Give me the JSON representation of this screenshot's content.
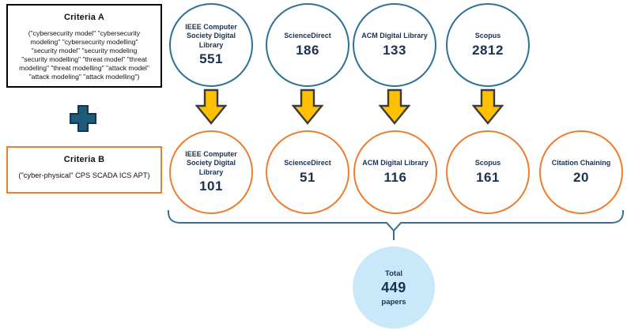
{
  "criteria_a": {
    "title": "Criteria A",
    "body": "(\"cybersecurity model\" \"cybersecurity\nmodeling\" \"cybersecurity modelling\"\n\"security model\" \"security modeling\n\"security modelling\" \"threat model\" \"threat\nmodeling\" \"threat modelling\" \"attack model\"\n\"attack modeling\" \"attack modelling\")"
  },
  "criteria_b": {
    "title": "Criteria B",
    "body": "(\"cyber-physical\" CPS SCADA ICS APT)"
  },
  "top_row": [
    {
      "label": "IEEE Computer Society Digital Library",
      "count": "551"
    },
    {
      "label": "ScienceDirect",
      "count": "186"
    },
    {
      "label": "ACM Digital Library",
      "count": "133"
    },
    {
      "label": "Scopus",
      "count": "2812"
    }
  ],
  "bottom_row": [
    {
      "label": "IEEE Computer Society Digital Library",
      "count": "101"
    },
    {
      "label": "ScienceDirect",
      "count": "51"
    },
    {
      "label": "ACM Digital Library",
      "count": "116"
    },
    {
      "label": "Scopus",
      "count": "161"
    },
    {
      "label": "Citation Chaining",
      "count": "20"
    }
  ],
  "total": {
    "label_top": "Total",
    "count": "449",
    "label_bottom": "papers"
  },
  "colors": {
    "top_circle_border": "#2F7196",
    "bottom_circle_border": "#ED7D31",
    "criteria_a_border": "#000000",
    "criteria_b_border": "#ED7D31",
    "navy_text": "#1B3150",
    "arrow_fill": "#FFC000",
    "arrow_outline": "#3B3B3B",
    "plus_fill": "#1E5B7A",
    "brace_stroke": "#2F7196",
    "total_circle_fill": "#C9E8FA"
  }
}
